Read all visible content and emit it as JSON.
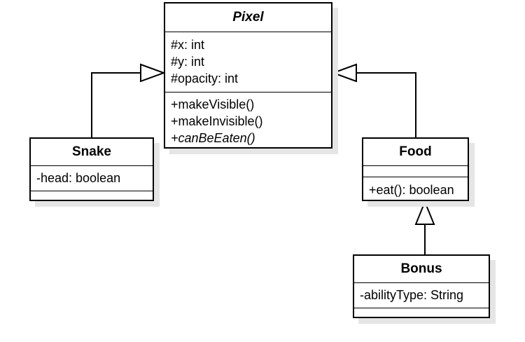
{
  "classes": {
    "pixel": {
      "name": "Pixel",
      "attributes": [
        "#x: int",
        "#y: int",
        "#opacity: int"
      ],
      "methods": [
        "+makeVisible()",
        "+makeInvisible()",
        "+canBeEaten()"
      ]
    },
    "snake": {
      "name": "Snake",
      "attributes": [
        "-head: boolean"
      ],
      "methods": []
    },
    "food": {
      "name": "Food",
      "attributes": [],
      "methods": [
        "+eat(): boolean"
      ]
    },
    "bonus": {
      "name": "Bonus",
      "attributes": [
        "-abilityType: String"
      ],
      "methods": []
    }
  },
  "relations": [
    {
      "type": "generalization",
      "from": "snake",
      "to": "pixel"
    },
    {
      "type": "generalization",
      "from": "food",
      "to": "pixel"
    },
    {
      "type": "generalization",
      "from": "bonus",
      "to": "food"
    }
  ]
}
